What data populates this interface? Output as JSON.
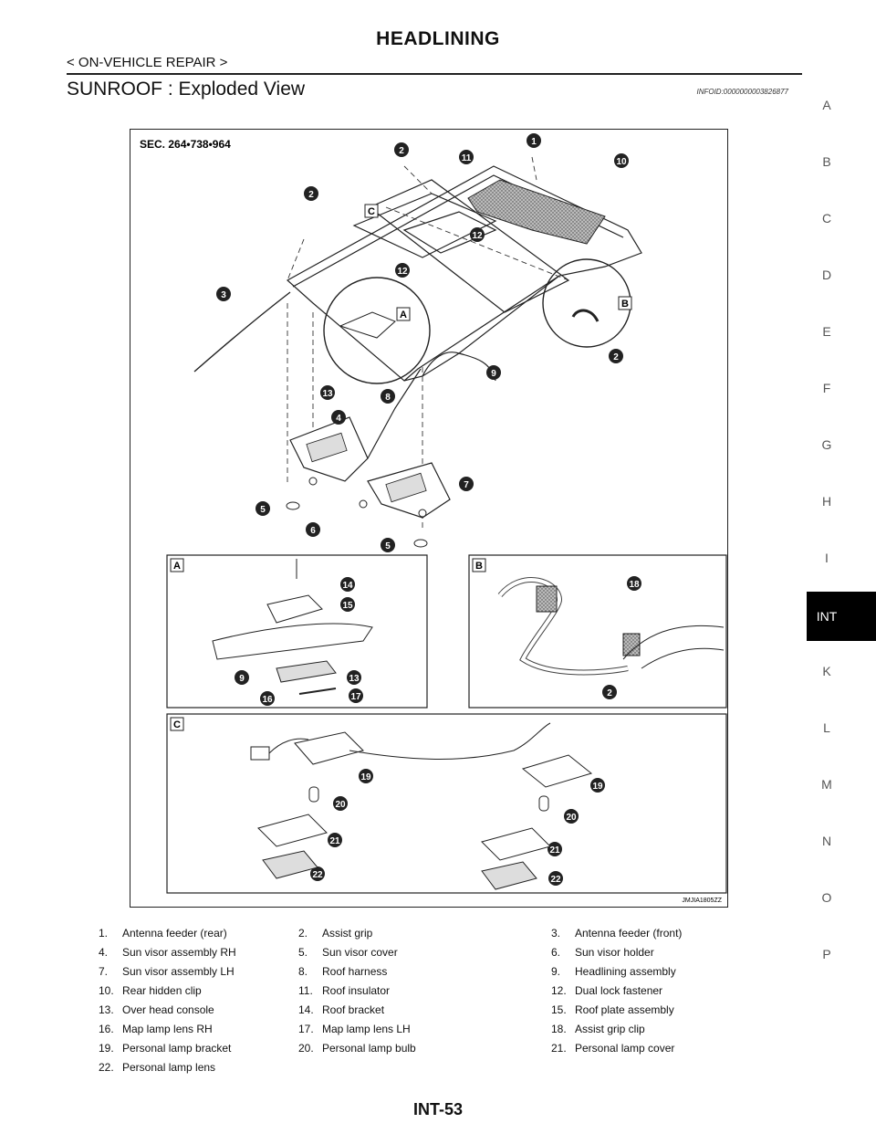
{
  "header": {
    "title": "HEADLINING",
    "breadcrumb": "< ON-VEHICLE REPAIR >"
  },
  "section": {
    "title": "SUNROOF : Exploded View",
    "info_id": "INFOID:0000000003826877"
  },
  "side_nav": {
    "letters": [
      "A",
      "B",
      "C",
      "D",
      "E",
      "F",
      "G",
      "H",
      "I",
      "INT",
      "K",
      "L",
      "M",
      "N",
      "O",
      "P"
    ],
    "active": "INT"
  },
  "figure": {
    "sec_label": "SEC. 264•738•964",
    "image_code": "JMJIA1805ZZ",
    "detail_a": "A",
    "detail_b": "B",
    "detail_c": "C",
    "callouts": [
      "1",
      "2",
      "3",
      "4",
      "5",
      "6",
      "7",
      "8",
      "9",
      "10",
      "11",
      "12",
      "13",
      "14",
      "15",
      "16",
      "17",
      "18",
      "19",
      "20",
      "21",
      "22"
    ]
  },
  "parts": [
    {
      "num": "1.",
      "name": "Antenna feeder (rear)"
    },
    {
      "num": "2.",
      "name": "Assist grip"
    },
    {
      "num": "3.",
      "name": "Antenna feeder (front)"
    },
    {
      "num": "4.",
      "name": "Sun visor assembly RH"
    },
    {
      "num": "5.",
      "name": "Sun visor cover"
    },
    {
      "num": "6.",
      "name": "Sun visor holder"
    },
    {
      "num": "7.",
      "name": "Sun visor assembly LH"
    },
    {
      "num": "8.",
      "name": "Roof harness"
    },
    {
      "num": "9.",
      "name": "Headlining assembly"
    },
    {
      "num": "10.",
      "name": "Rear hidden clip"
    },
    {
      "num": "11.",
      "name": "Roof insulator"
    },
    {
      "num": "12.",
      "name": "Dual lock fastener"
    },
    {
      "num": "13.",
      "name": "Over head console"
    },
    {
      "num": "14.",
      "name": "Roof bracket"
    },
    {
      "num": "15.",
      "name": "Roof plate assembly"
    },
    {
      "num": "16.",
      "name": "Map lamp lens RH"
    },
    {
      "num": "17.",
      "name": "Map lamp lens LH"
    },
    {
      "num": "18.",
      "name": "Assist grip clip"
    },
    {
      "num": "19.",
      "name": "Personal lamp bracket"
    },
    {
      "num": "20.",
      "name": "Personal lamp bulb"
    },
    {
      "num": "21.",
      "name": "Personal lamp cover"
    },
    {
      "num": "22.",
      "name": "Personal lamp lens"
    }
  ],
  "footer": {
    "page": "INT-53"
  }
}
